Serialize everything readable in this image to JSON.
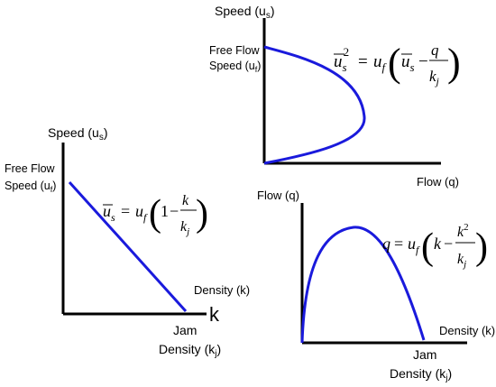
{
  "top_chart": {
    "y_label_main": "Speed (u",
    "y_label_sub": "s",
    "y_label_close": ")",
    "ff_line1": "Free Flow",
    "ff_line2_main": "Speed (u",
    "ff_line2_sub": "f",
    "ff_line2_close": ")",
    "x_label": "Flow (q)",
    "eq": {
      "u": "u",
      "s": "s",
      "sup": "2",
      "eq": "=",
      "uf": "u",
      "f": "f",
      "minus": "−",
      "q": "q",
      "k": "k",
      "j": "j"
    }
  },
  "left_chart": {
    "y_label_main": "Speed (u",
    "y_label_sub": "s",
    "y_label_close": ")",
    "ff_line1": "Free Flow",
    "ff_line2_main": "Speed (u",
    "ff_line2_sub": "f",
    "ff_line2_close": ")",
    "x_label": "Density (k)",
    "axis_k": "k",
    "jam_line1": "Jam",
    "jam_line2_main": "Density (k",
    "jam_line2_sub": "j",
    "jam_line2_close": ")",
    "eq": {
      "u": "u",
      "s": "s",
      "eq": "=",
      "uf": "u",
      "f": "f",
      "one": "1",
      "minus": "−",
      "k": "k",
      "k2": "k",
      "j": "j"
    }
  },
  "bottom_chart": {
    "y_label": "Flow (q)",
    "x_label": "Density (k)",
    "jam_line1": "Jam",
    "jam_line2_main": "Density (k",
    "jam_line2_sub": "j",
    "jam_line2_close": ")",
    "eq": {
      "q": "q",
      "eq": "=",
      "uf": "u",
      "f": "f",
      "k": "k",
      "minus": "−",
      "k2": "k",
      "sup": "2",
      "k3": "k",
      "j": "j"
    }
  },
  "colors": {
    "curve": "#1a1adc",
    "axis": "#000000"
  }
}
